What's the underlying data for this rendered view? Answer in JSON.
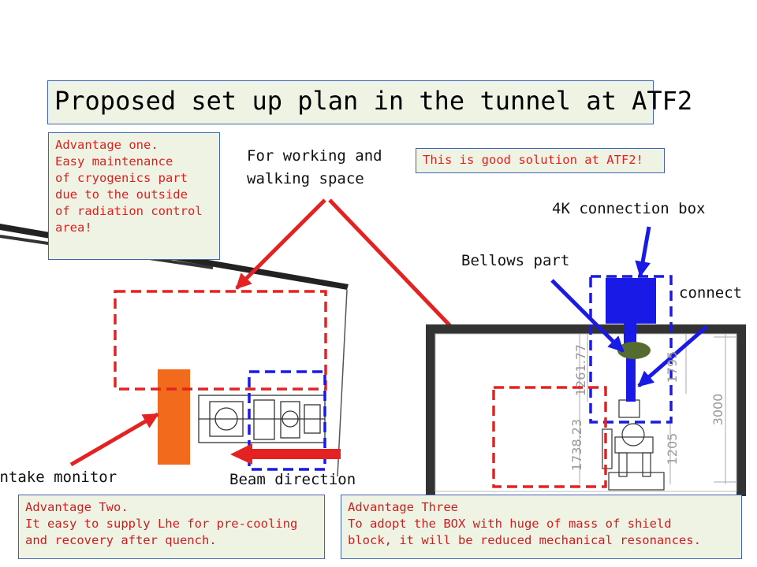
{
  "title": "Proposed set up plan in the tunnel at ATF2",
  "notes": {
    "advantage_one": "Advantage one.\nEasy maintenance\nof cryogenics part\ndue to the outside\nof radiation control\narea!",
    "good_solution": "This is good solution at ATF2!",
    "advantage_two": "Advantage Two.\n It easy to supply Lhe for pre-cooling\nand recovery after quench.",
    "advantage_three": "Advantage Three\n To adopt the BOX with huge of mass of shield\nblock, it will be reduced mechanical resonances."
  },
  "labels": {
    "working_space": "For working and\nwalking space",
    "connection_box": "4K connection box",
    "bellows": "Bellows part",
    "connect": "connect",
    "intake_monitor": "intake monitor",
    "beam_direction": "Beam direction"
  },
  "dimensions": {
    "d1": "1261.77",
    "d2": "1738.23",
    "d3": "1205",
    "d4": "3000",
    "d5": "1795"
  },
  "colors": {
    "red": "#e52222",
    "blue": "#1a1ae6",
    "orange": "#f26a1b",
    "olive": "#556b2f",
    "note_bg": "#eef3e4",
    "note_border": "#3f63b5"
  }
}
